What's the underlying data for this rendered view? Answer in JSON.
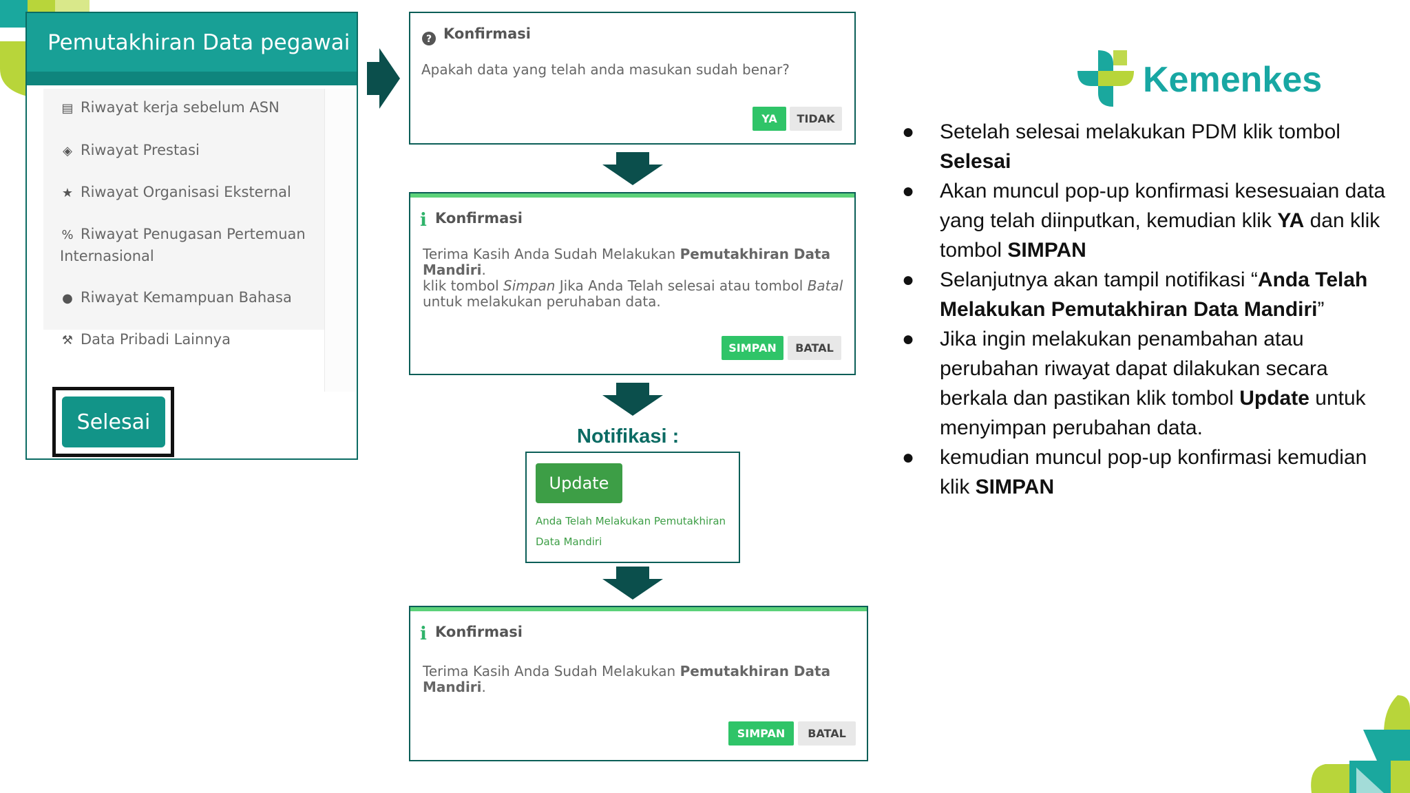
{
  "panel": {
    "title": "Pemutakhiran Data pegawai",
    "menu": [
      {
        "icon": "building-icon",
        "label": "Riwayat kerja sebelum ASN"
      },
      {
        "icon": "cube-icon",
        "label": "Riwayat Prestasi"
      },
      {
        "icon": "star-icon",
        "label": "Riwayat Organisasi Eksternal"
      },
      {
        "icon": "link-icon",
        "label": "Riwayat Penugasan Pertemuan",
        "label2": "Internasional"
      },
      {
        "icon": "user-icon",
        "label": "Riwayat Kemampuan Bahasa"
      },
      {
        "icon": "gavel-icon",
        "label": "Data Pribadi Lainnya"
      }
    ],
    "selesai": "Selesai"
  },
  "dialog1": {
    "title": "Konfirmasi",
    "message": "Apakah data yang telah anda masukan sudah benar?",
    "yes": "YA",
    "no": "TIDAK"
  },
  "dialog2": {
    "title": "Konfirmasi",
    "line1_prefix": "Terima Kasih Anda Sudah Melakukan ",
    "line1_bold": "Pemutakhiran Data",
    "line2_bold": "Mandiri",
    "line2_suffix": ".",
    "line3_a": "klik tombol ",
    "line3_simpan": "Simpan",
    "line3_b": " Jika Anda Telah selesai atau tombol ",
    "line3_batal": "Batal",
    "line4": "untuk melakukan peruhaban data.",
    "save": "SIMPAN",
    "cancel": "BATAL"
  },
  "notification": {
    "label": "Notifikasi :",
    "button": "Update",
    "text": "Anda Telah Melakukan Pemutakhiran Data Mandiri"
  },
  "dialog3": {
    "title": "Konfirmasi",
    "line1_prefix": "Terima Kasih Anda Sudah Melakukan ",
    "line1_bold": "Pemutakhiran Data",
    "line2_bold": "Mandiri",
    "line2_suffix": ".",
    "save": "SIMPAN",
    "cancel": "BATAL"
  },
  "brand": {
    "name": "Kemenkes",
    "color": "#18a7a3"
  },
  "instructions": {
    "b1_a": "Setelah selesai melakukan PDM klik tombol ",
    "b1_b": "Selesai",
    "b2_a": "Akan muncul pop-up konfirmasi kesesuaian data yang telah diinputkan, kemudian klik ",
    "b2_b": "YA",
    "b2_c": " dan klik tombol ",
    "b2_d": "SIMPAN",
    "b3_a": "Selanjutnya akan tampil notifikasi “",
    "b3_b": "Anda Telah Melakukan Pemutakhiran Data Mandiri",
    "b3_c": "”",
    "b4_a": "Jika ingin melakukan penambahan atau perubahan riwayat dapat dilakukan secara berkala dan pastikan klik tombol ",
    "b4_b": "Update",
    "b4_c": " untuk menyimpan perubahan data.",
    "b5_a": "kemudian muncul pop-up konfirmasi kemudian klik ",
    "b5_b": "SIMPAN"
  },
  "colors": {
    "teal": "#18a096",
    "dark_teal": "#0b6b63",
    "green_button": "#2fc468",
    "update_green": "#3d9e46"
  }
}
